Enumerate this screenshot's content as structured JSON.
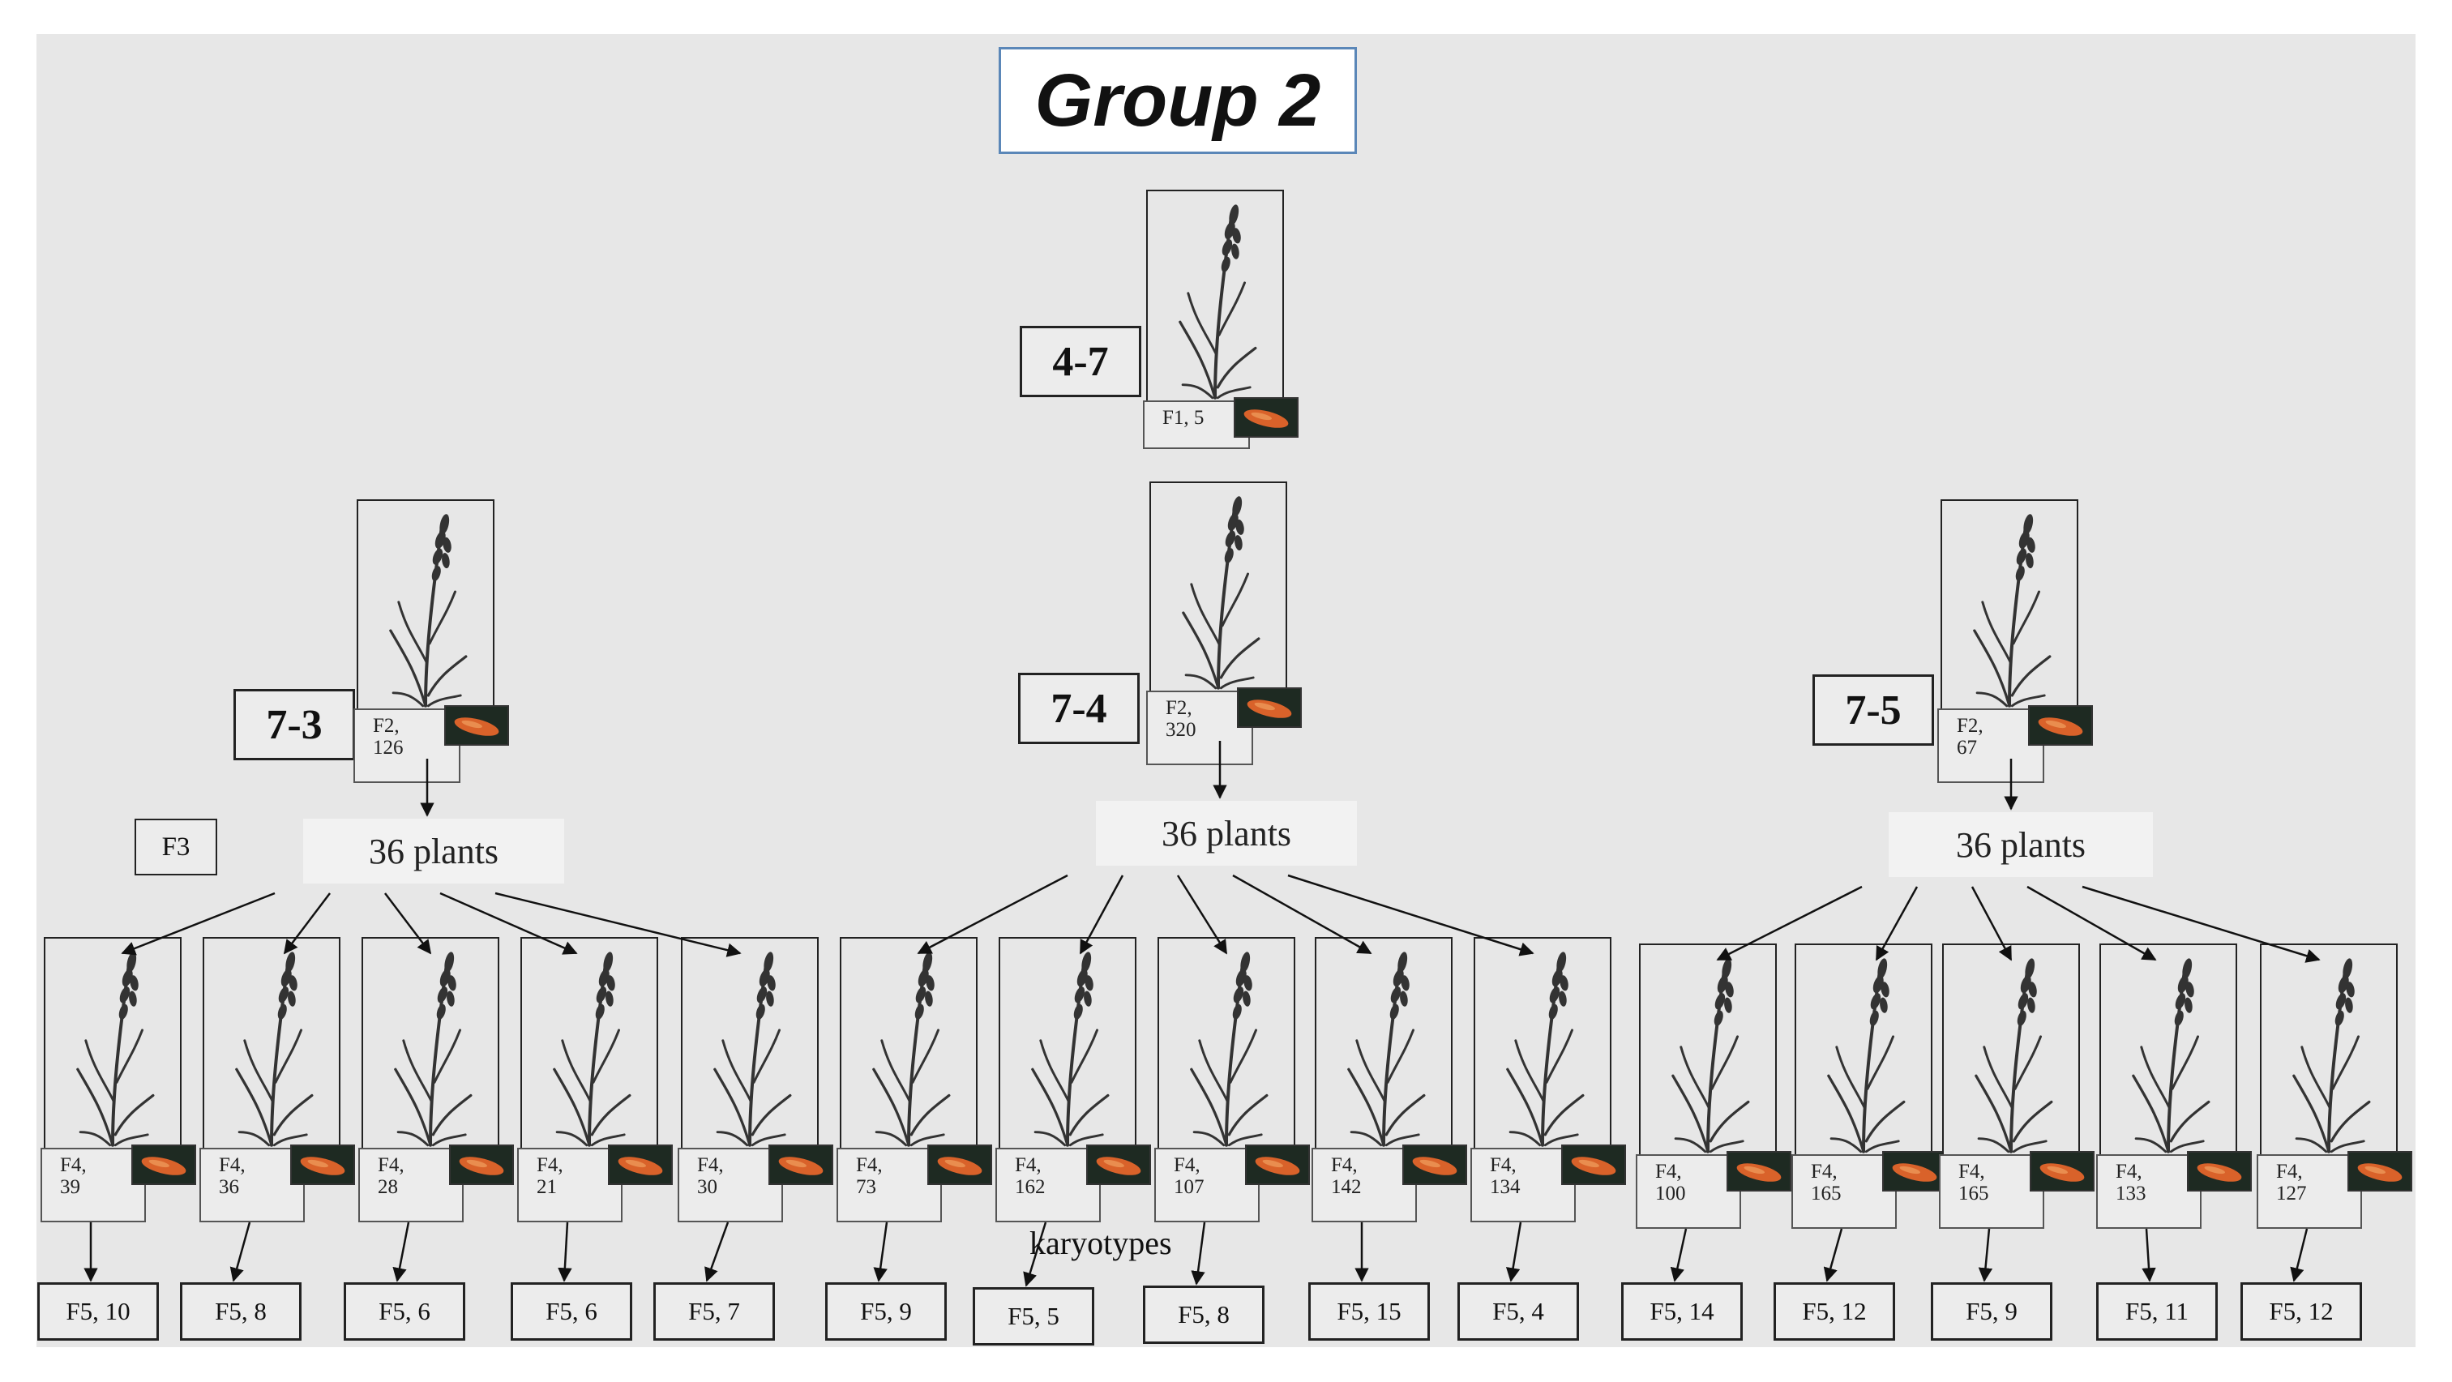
{
  "title": "Group 2",
  "root": {
    "tag": "4-7",
    "label_lines": [
      "F1, 5"
    ]
  },
  "branches": [
    {
      "tag": "7-3",
      "parent_lines": [
        "F2,",
        "126"
      ],
      "plants_label": "36 plants",
      "children": [
        {
          "lines": [
            "F4,",
            "39"
          ],
          "f5": "F5, 10"
        },
        {
          "lines": [
            "F4,",
            "36"
          ],
          "f5": "F5, 8"
        },
        {
          "lines": [
            "F4,",
            "28"
          ],
          "f5": "F5, 6"
        },
        {
          "lines": [
            "F4,",
            "21"
          ],
          "f5": "F5, 6"
        },
        {
          "lines": [
            "F4,",
            "30"
          ],
          "f5": "F5, 7"
        }
      ]
    },
    {
      "tag": "7-4",
      "parent_lines": [
        "F2,",
        "320"
      ],
      "plants_label": "36 plants",
      "children": [
        {
          "lines": [
            "F4,",
            "73"
          ],
          "f5": "F5, 9"
        },
        {
          "lines": [
            "F4,",
            "162"
          ],
          "f5": "F5, 5"
        },
        {
          "lines": [
            "F4,",
            "107"
          ],
          "f5": "F5, 8"
        },
        {
          "lines": [
            "F4,",
            "142"
          ],
          "f5": "F5, 15"
        },
        {
          "lines": [
            "F4,",
            "134"
          ],
          "f5": "F5, 4"
        }
      ]
    },
    {
      "tag": "7-5",
      "parent_lines": [
        "F2,",
        "67"
      ],
      "plants_label": "36 plants",
      "children": [
        {
          "lines": [
            "F4,",
            "100"
          ],
          "f5": "F5, 14"
        },
        {
          "lines": [
            "F4,",
            "165"
          ],
          "f5": "F5, 12"
        },
        {
          "lines": [
            "F4,",
            "165"
          ],
          "f5": "F5, 9"
        },
        {
          "lines": [
            "F4,",
            "133"
          ],
          "f5": "F5, 11"
        },
        {
          "lines": [
            "F4,",
            "127"
          ],
          "f5": "F5, 12"
        }
      ]
    }
  ],
  "generation_label": "F3",
  "karyotypes_label": "karyotypes",
  "colors": {
    "panel": "#e7e7e7",
    "title_border": "#5b87b8",
    "seed": "#d9622a",
    "thumb_bg": "#1e2a22"
  },
  "icons": {
    "plant": "wheat-plant-icon",
    "seed": "seed-photo-icon"
  }
}
